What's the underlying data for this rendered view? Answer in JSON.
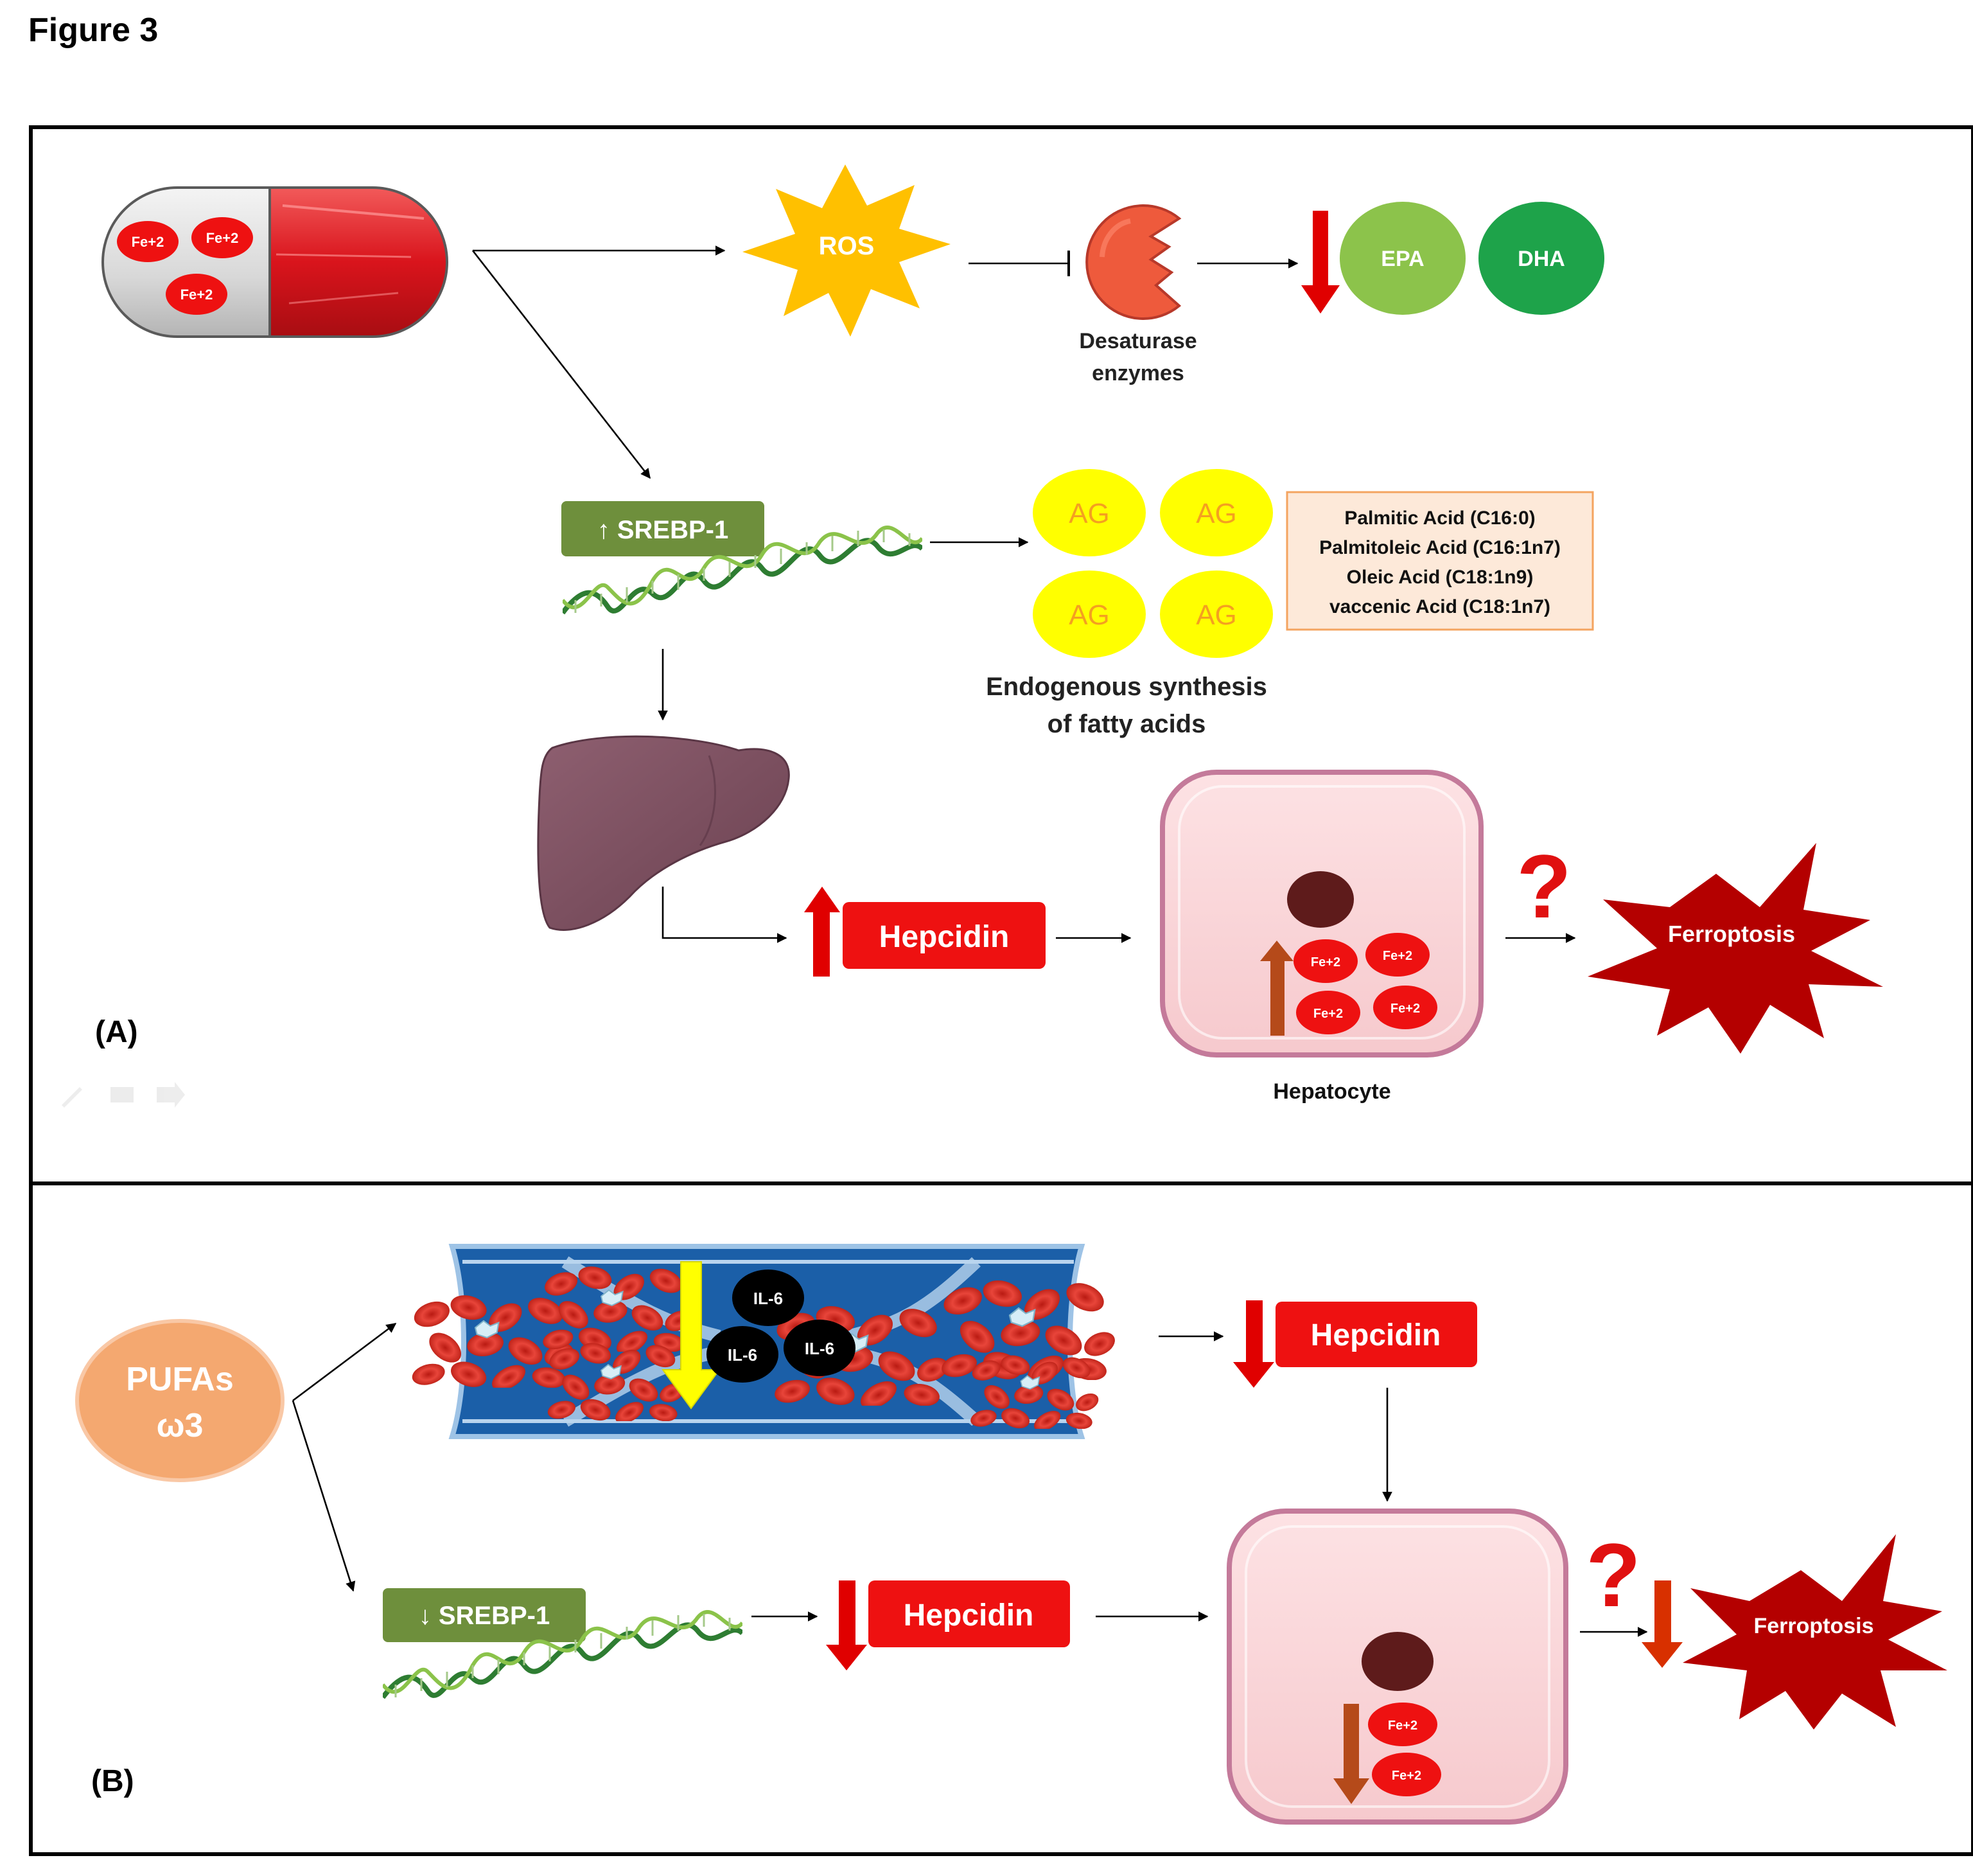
{
  "figure_title": "Figure 3",
  "panel_a": {
    "label": "(A)",
    "pill_ions": [
      "Fe+2",
      "Fe+2",
      "Fe+2"
    ],
    "ros": "ROS",
    "enzyme_label_line1": "Desaturase",
    "enzyme_label_line2": "enzymes",
    "epa": "EPA",
    "dha": "DHA",
    "srebp": "↑ SREBP-1",
    "ag_labels": [
      "AG",
      "AG",
      "AG",
      "AG"
    ],
    "fatty_acids": [
      "Palmitic Acid (C16:0)",
      "Palmitoleic Acid (C16:1n7)",
      "Oleic Acid (C18:1n9)",
      "vaccenic Acid (C18:1n7)"
    ],
    "synthesis_line1": "Endogenous synthesis",
    "synthesis_line2": "of fatty acids",
    "hepcidin": "Hepcidin",
    "cell_ions": [
      "Fe+2",
      "Fe+2",
      "Fe+2",
      "Fe+2"
    ],
    "hepatocyte": "Hepatocyte",
    "question": "?",
    "ferroptosis": "Ferroptosis"
  },
  "panel_b": {
    "label": "(B)",
    "pufas_line1": "PUFAs",
    "pufas_line2": "ω3",
    "il6": [
      "IL-6",
      "IL-6",
      "IL-6"
    ],
    "hepcidin_top": "Hepcidin",
    "srebp": "↓ SREBP-1",
    "hepcidin_bottom": "Hepcidin",
    "cell_ions": [
      "Fe+2",
      "Fe+2"
    ],
    "question": "?",
    "ferroptosis": "Ferroptosis"
  },
  "colors": {
    "ferroptosis_red": "#b40000",
    "hepcidin_red": "#ee1111",
    "srebp_green": "#6e8f3c",
    "ros_yellow": "#ffc000",
    "epa_green": "#8cc34b",
    "dha_green": "#1ea34a",
    "ag_yellow": "#ffff00",
    "liver": "#7b4f5e",
    "pufa_orange": "#f4a870",
    "vessel_blue": "#1b5fa8"
  }
}
